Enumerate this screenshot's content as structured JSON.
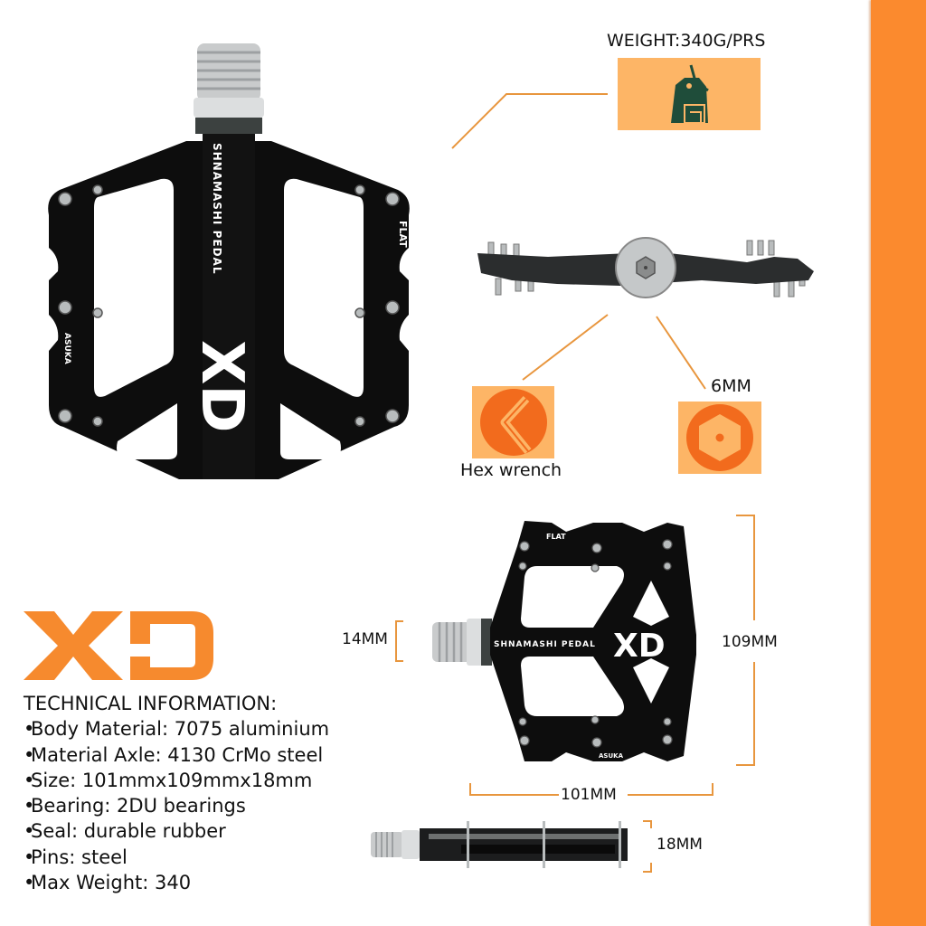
{
  "brand": {
    "logo_text": "XD",
    "pedal_print": "SHNAMASHI PEDAL",
    "side_print_left": "ASUKA",
    "side_print_right": "FLAT",
    "accent_color": "#fb8a2e",
    "icon_bg_color": "#fdb566",
    "icon_circle_color": "#f26b1d",
    "tag_color": "#1f4d3a"
  },
  "callouts": {
    "weight": {
      "label": "WEIGHT:340G/PRS",
      "icon": "weight-tag-icon"
    },
    "hex_wrench": {
      "label": "Hex wrench",
      "icon": "hex-wrench-icon"
    },
    "hex_socket": {
      "label": "6MM",
      "icon": "hex-socket-icon"
    }
  },
  "dimensions": {
    "axle": "14MM",
    "height": "109MM",
    "width": "101MM",
    "thickness": "18MM"
  },
  "technical_info": {
    "heading": "TECHNICAL INFORMATION:",
    "bullet": "•",
    "items": [
      "Body Material: 7075 aluminium",
      "Material Axle: 4130 CrMo steel",
      "Size: 101mmx109mmx18mm",
      "Bearing: 2DU bearings",
      "Seal: durable rubber",
      "Pins: steel",
      "Max Weight: 340"
    ]
  }
}
